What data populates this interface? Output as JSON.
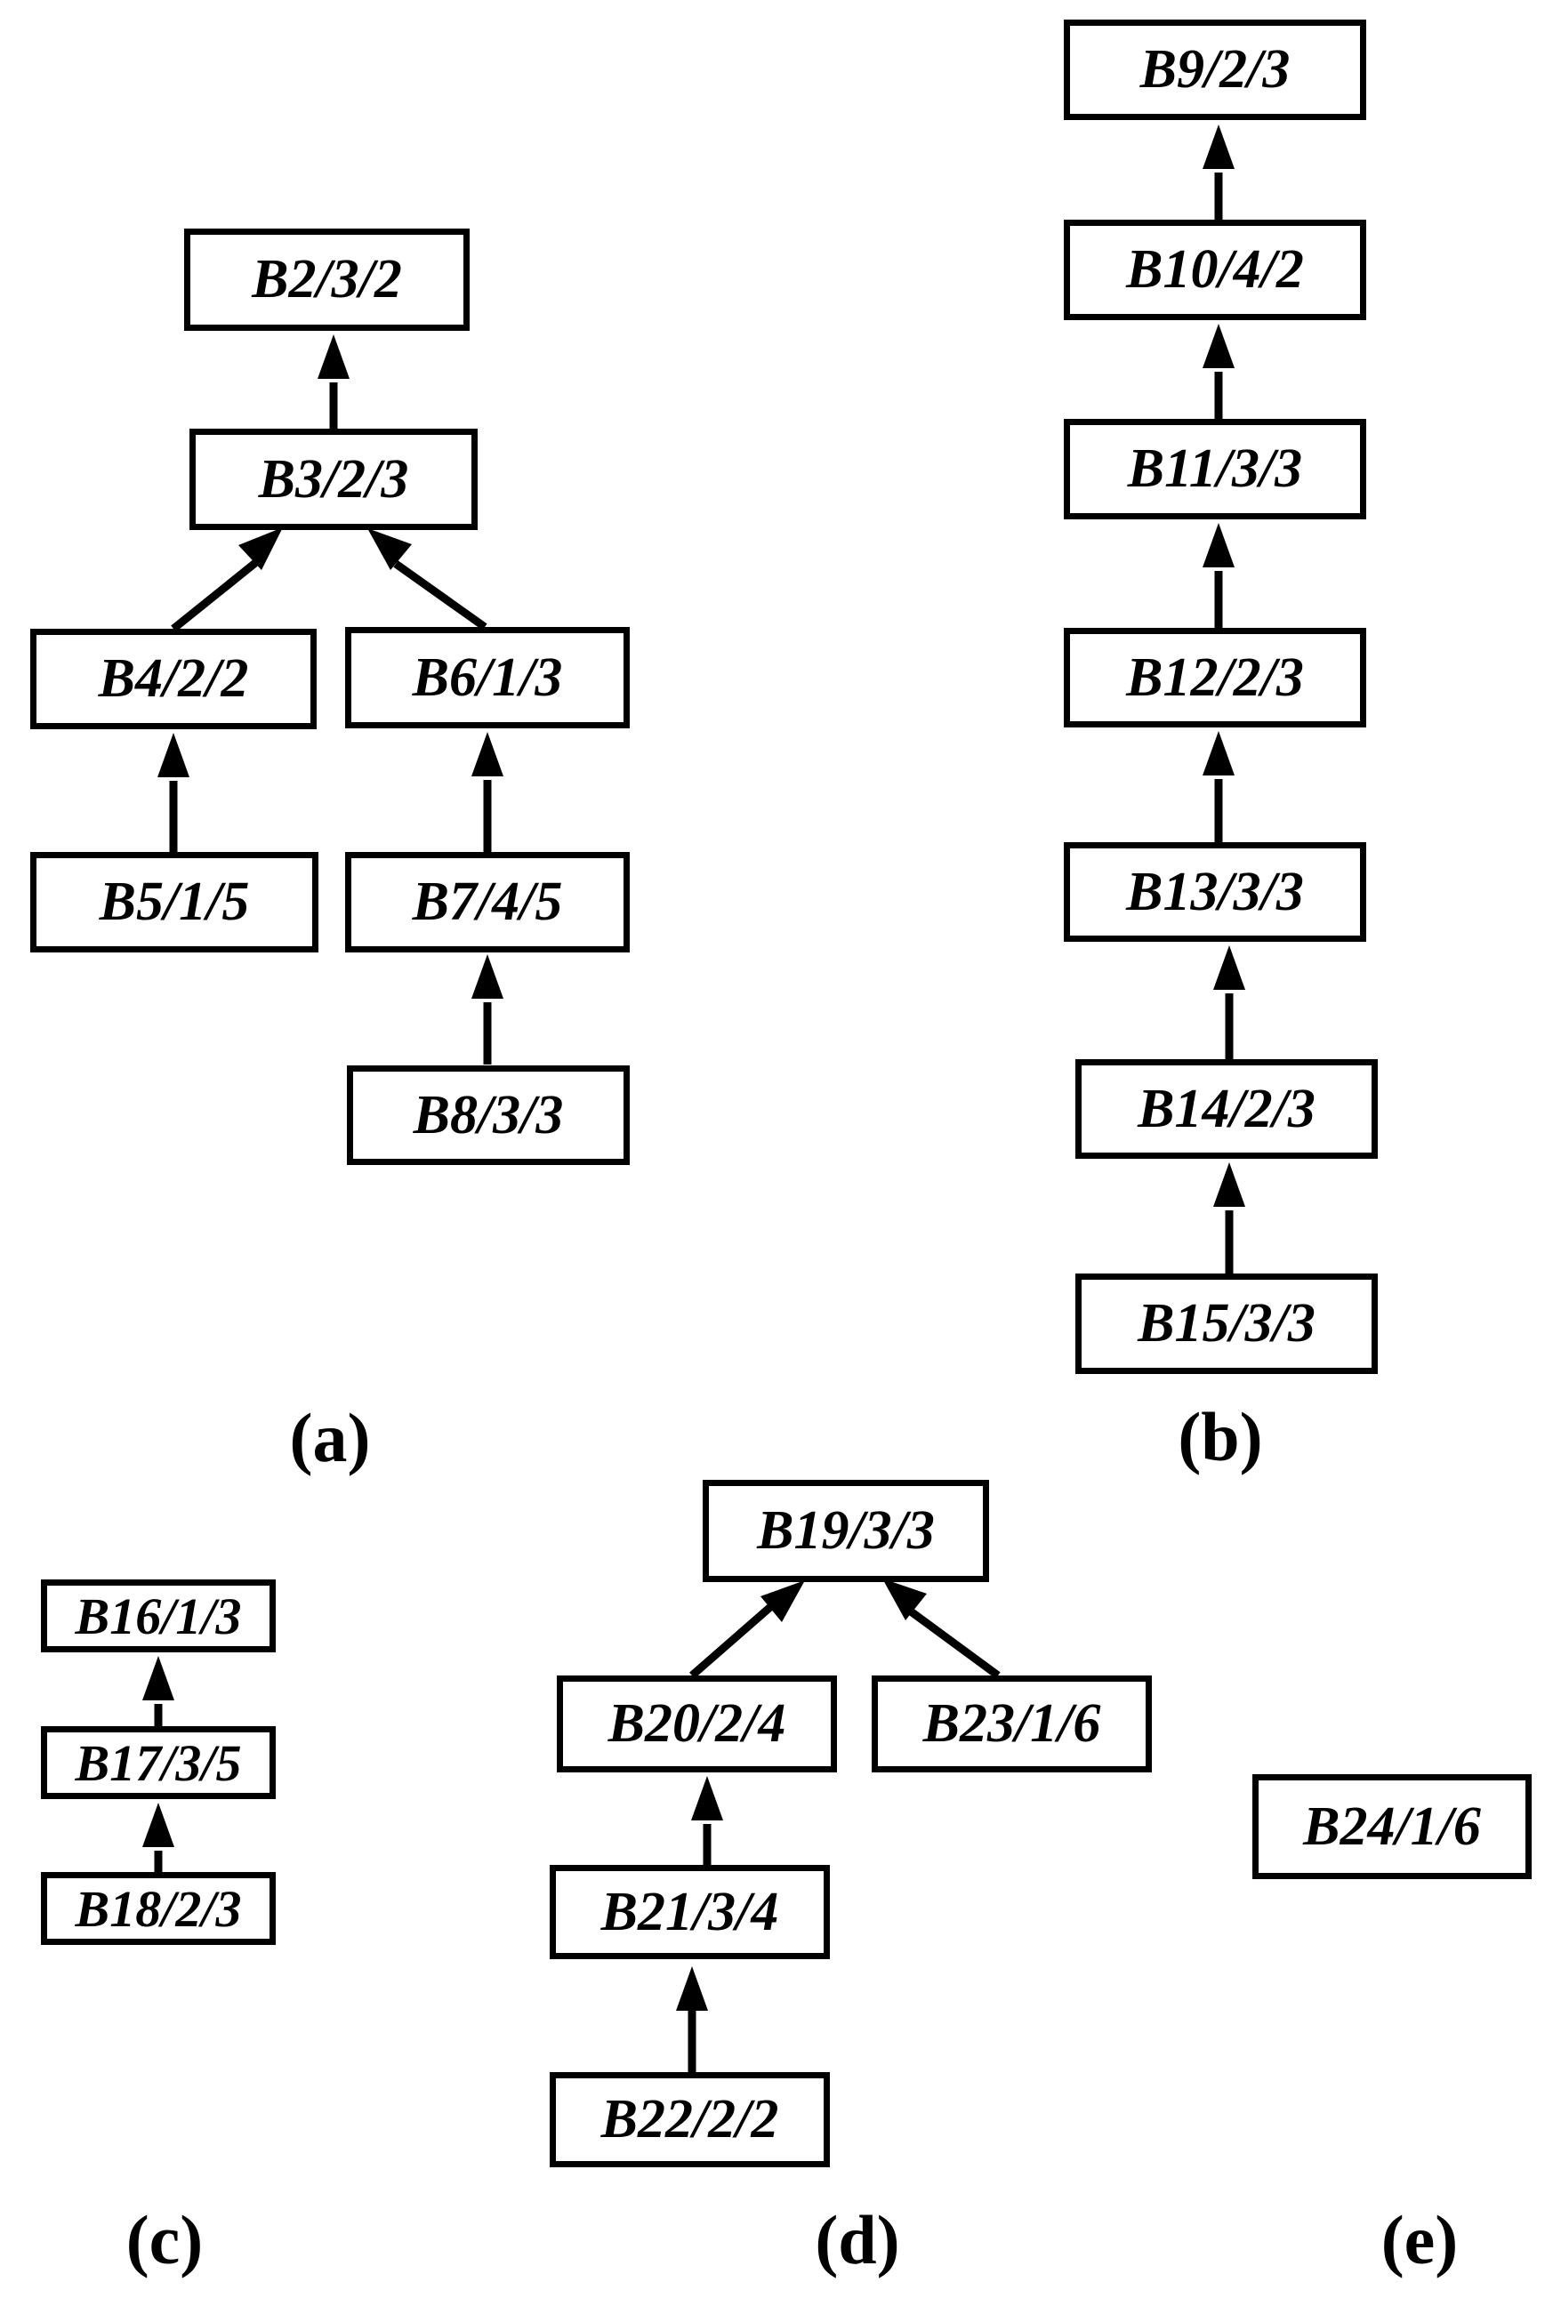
{
  "colors": {
    "ink": "#000000",
    "background": "#ffffff"
  },
  "nodes": {
    "B2": {
      "label": "B2/3/2"
    },
    "B3": {
      "label": "B3/2/3"
    },
    "B4": {
      "label": "B4/2/2"
    },
    "B5": {
      "label": "B5/1/5"
    },
    "B6": {
      "label": "B6/1/3"
    },
    "B7": {
      "label": "B7/4/5"
    },
    "B8": {
      "label": "B8/3/3"
    },
    "B9": {
      "label": "B9/2/3"
    },
    "B10": {
      "label": "B10/4/2"
    },
    "B11": {
      "label": "B11/3/3"
    },
    "B12": {
      "label": "B12/2/3"
    },
    "B13": {
      "label": "B13/3/3"
    },
    "B14": {
      "label": "B14/2/3"
    },
    "B15": {
      "label": "B15/3/3"
    },
    "B16": {
      "label": "B16/1/3"
    },
    "B17": {
      "label": "B17/3/5"
    },
    "B18": {
      "label": "B18/2/3"
    },
    "B19": {
      "label": "B19/3/3"
    },
    "B20": {
      "label": "B20/2/4"
    },
    "B21": {
      "label": "B21/3/4"
    },
    "B22": {
      "label": "B22/2/2"
    },
    "B23": {
      "label": "B23/1/6"
    },
    "B24": {
      "label": "B24/1/6"
    }
  },
  "group_labels": {
    "a": {
      "label": "(a)"
    },
    "b": {
      "label": "(b)"
    },
    "c": {
      "label": "(c)"
    },
    "d": {
      "label": "(d)"
    },
    "e": {
      "label": "(e)"
    }
  },
  "groups": {
    "a": [
      "B2",
      "B3",
      "B4",
      "B5",
      "B6",
      "B7",
      "B8"
    ],
    "b": [
      "B9",
      "B10",
      "B11",
      "B12",
      "B13",
      "B14",
      "B15"
    ],
    "c": [
      "B16",
      "B17",
      "B18"
    ],
    "d": [
      "B19",
      "B20",
      "B21",
      "B22",
      "B23"
    ],
    "e": [
      "B24"
    ]
  },
  "edges": [
    {
      "from": "B3",
      "to": "B2"
    },
    {
      "from": "B4",
      "to": "B3"
    },
    {
      "from": "B6",
      "to": "B3"
    },
    {
      "from": "B5",
      "to": "B4"
    },
    {
      "from": "B7",
      "to": "B6"
    },
    {
      "from": "B8",
      "to": "B7"
    },
    {
      "from": "B10",
      "to": "B9"
    },
    {
      "from": "B11",
      "to": "B10"
    },
    {
      "from": "B12",
      "to": "B11"
    },
    {
      "from": "B13",
      "to": "B12"
    },
    {
      "from": "B14",
      "to": "B13"
    },
    {
      "from": "B15",
      "to": "B14"
    },
    {
      "from": "B17",
      "to": "B16"
    },
    {
      "from": "B18",
      "to": "B17"
    },
    {
      "from": "B20",
      "to": "B19"
    },
    {
      "from": "B23",
      "to": "B19"
    },
    {
      "from": "B21",
      "to": "B20"
    },
    {
      "from": "B22",
      "to": "B21"
    }
  ]
}
